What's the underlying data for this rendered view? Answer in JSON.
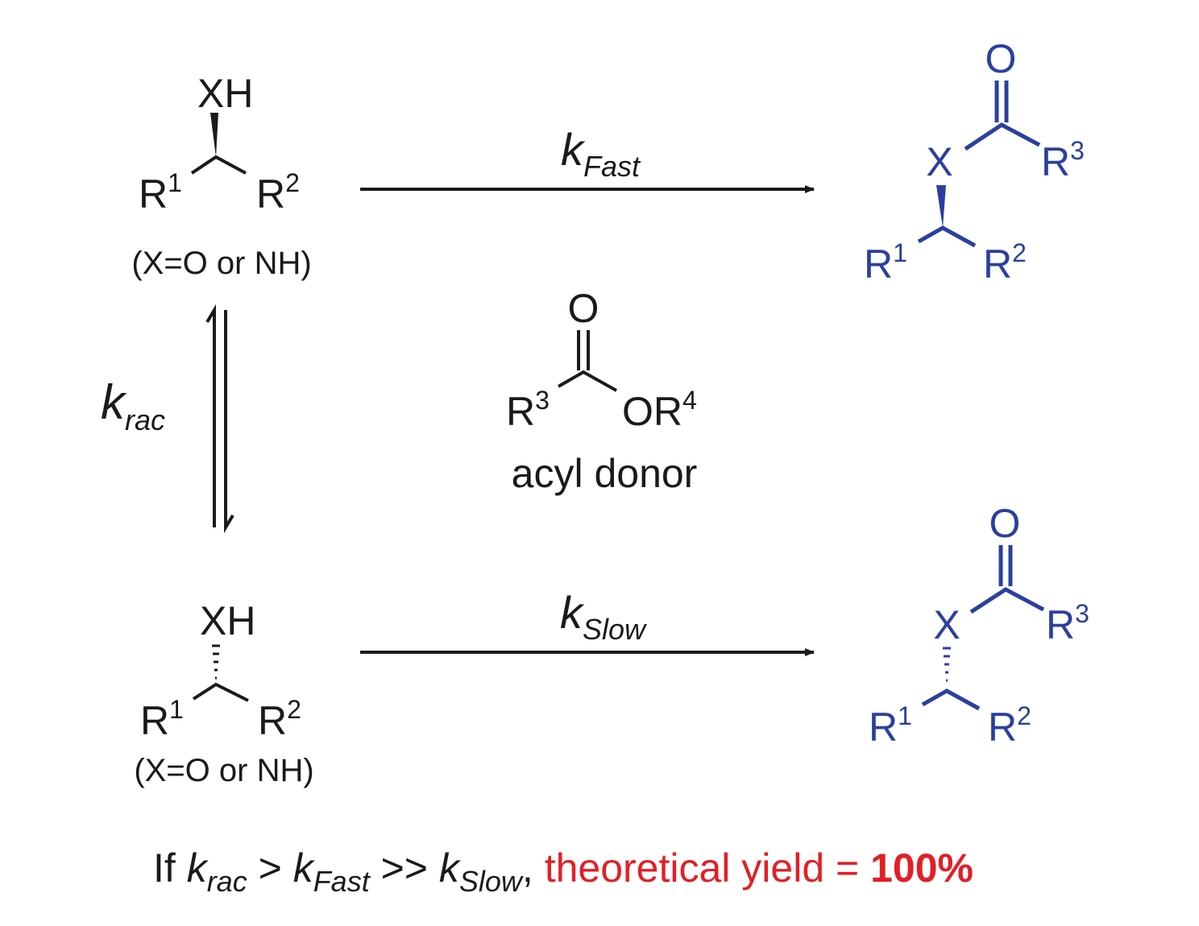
{
  "reactant_top": {
    "group": "XH",
    "r1": "R",
    "r1_sup": "1",
    "r2": "R",
    "r2_sup": "2",
    "note": "(X=O or NH)"
  },
  "reactant_bottom": {
    "group": "XH",
    "r1": "R",
    "r1_sup": "1",
    "r2": "R",
    "r2_sup": "2",
    "note": "(X=O or NH)"
  },
  "arrow_fast": {
    "k": "k",
    "sub": "Fast"
  },
  "arrow_slow": {
    "k": "k",
    "sub": "Slow"
  },
  "equilibrium": {
    "k": "k",
    "sub": "rac"
  },
  "acyl_donor": {
    "o": "O",
    "r3": "R",
    "r3_sup": "3",
    "or4": "OR",
    "or4_sup": "4",
    "label": "acyl donor"
  },
  "product_top": {
    "o": "O",
    "x": "X",
    "r3": "R",
    "r3_sup": "3",
    "r1": "R",
    "r1_sup": "1",
    "r2": "R",
    "r2_sup": "2"
  },
  "product_bottom": {
    "o": "O",
    "x": "X",
    "r3": "R",
    "r3_sup": "3",
    "r1": "R",
    "r1_sup": "1",
    "r2": "R",
    "r2_sup": "2"
  },
  "condition": {
    "if": "If ",
    "k1": "k",
    "k1_sub": "rac",
    "gt": " > ",
    "k2": "k",
    "k2_sub": "Fast",
    "gg": " >> ",
    "k3": "k",
    "k3_sub": "Slow",
    "comma": ", ",
    "result": "theoretical yield = ",
    "value": "100%"
  },
  "colors": {
    "product": "#2b3f9e",
    "highlight": "#e21f26",
    "text": "#1a1a1a"
  }
}
